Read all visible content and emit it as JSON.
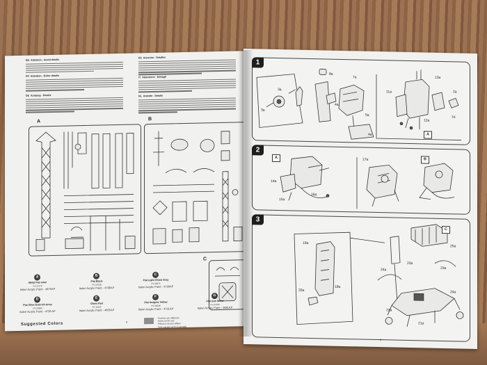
{
  "left_page": {
    "text_blocks": [
      {
        "code": "EN",
        "heading": "Attention - Avoid details"
      },
      {
        "code": "FR",
        "heading": "Attention - Eviter details"
      },
      {
        "code": "DE",
        "heading": "Achtung - Details"
      },
      {
        "code": "ES",
        "heading": "Atencion - Detalles"
      },
      {
        "code": "IT",
        "heading": "Attenzione - Dettagli"
      },
      {
        "code": "NL",
        "heading": "Attentie - Details"
      }
    ],
    "sprues": {
      "a": "A",
      "b": "B",
      "c": "C"
    },
    "legend_lines": [
      "Parti da non utilizzare",
      "Parts not for use",
      "Pièces à ne pas utiliser",
      "Teile werden nicht verwendet"
    ],
    "suggested_colors_title": "Suggested Colors",
    "colors": [
      {
        "letter": "A",
        "name": "Metal Flat steel",
        "code": "FS 37178",
        "value": "4679AP"
      },
      {
        "letter": "B",
        "name": "Flat Black",
        "code": "FS 37038",
        "value": "4768AP"
      },
      {
        "letter": "C",
        "name": "Flat Light Ghost Gray",
        "code": "FS 36375",
        "value": "4739AP"
      },
      {
        "letter": "D",
        "name": "Flat Olive Drab US Army",
        "code": "FS 34086",
        "value": "4728 AP"
      },
      {
        "letter": "E",
        "name": "Gloss Red",
        "code": "FS 11302",
        "value": "4605AP"
      },
      {
        "letter": "F",
        "name": "Flat Insignia Yellow",
        "code": "FS 33538",
        "value": "4721AP"
      },
      {
        "letter": "G",
        "name": "Flat Gun Metal",
        "code": "FS 37200",
        "value": "4681AP"
      }
    ],
    "value_prefix": "Italeri Acrylic Paint -",
    "page_number": "2"
  },
  "right_page": {
    "steps": [
      {
        "number": "1",
        "labels": [
          "3a",
          "3a",
          "8a",
          "7a",
          "4a",
          "5a",
          "4a",
          "13a",
          "11a",
          "12a",
          "2a",
          "1a"
        ],
        "box_labels": [
          "A"
        ]
      },
      {
        "number": "2",
        "labels": [
          "14a",
          "15a",
          "16a",
          "17a"
        ],
        "box_labels": [
          "A",
          "B"
        ]
      },
      {
        "number": "3",
        "labels": [
          "19a",
          "20a",
          "18a",
          "24a",
          "23a",
          "23a",
          "25a",
          "24a",
          "22a",
          "21a"
        ],
        "box_labels": [
          "C"
        ]
      }
    ],
    "page_number": "3"
  }
}
